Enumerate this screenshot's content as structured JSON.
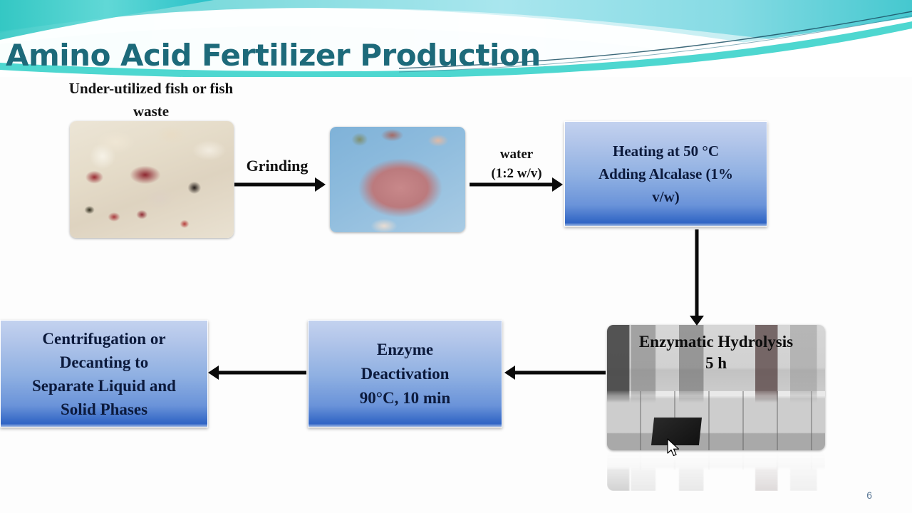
{
  "slide": {
    "title": "Amino Acid Fertilizer Production",
    "page_number": "6",
    "accent_color": "#1d6a7a",
    "banner_color": "#3fc6cf",
    "box_color": "#8fb0e2",
    "page_number_color": "#5b7896"
  },
  "flow": {
    "source_caption": "Under-utilized fish or fish waste",
    "photos": [
      {
        "name": "fish-waste-photo",
        "alt": "Under-utilized fish or fish waste"
      },
      {
        "name": "ground-mince-photo",
        "alt": "Ground fish mince in blue bowl"
      },
      {
        "name": "lab-photo",
        "alt": "Laboratory with hydrolysis equipment"
      }
    ],
    "arrow_labels": {
      "grinding": "Grinding",
      "water_line1": "water",
      "water_line2": "(1:2 w/v)"
    },
    "boxes": {
      "heating_line1": "Heating at 50 °C",
      "heating_line2": "Adding Alcalase (1%",
      "heating_line3": "v/w)",
      "hydrolysis_line1": "Enzymatic Hydrolysis",
      "hydrolysis_line2": "5 h",
      "deactivation_line1": "Enzyme",
      "deactivation_line2": "Deactivation",
      "deactivation_line3": "90°C, 10 min",
      "centrifugation_line1": "Centrifugation or",
      "centrifugation_line2": "Decanting to",
      "centrifugation_line3": "Separate Liquid and",
      "centrifugation_line4": "Solid Phases"
    }
  }
}
